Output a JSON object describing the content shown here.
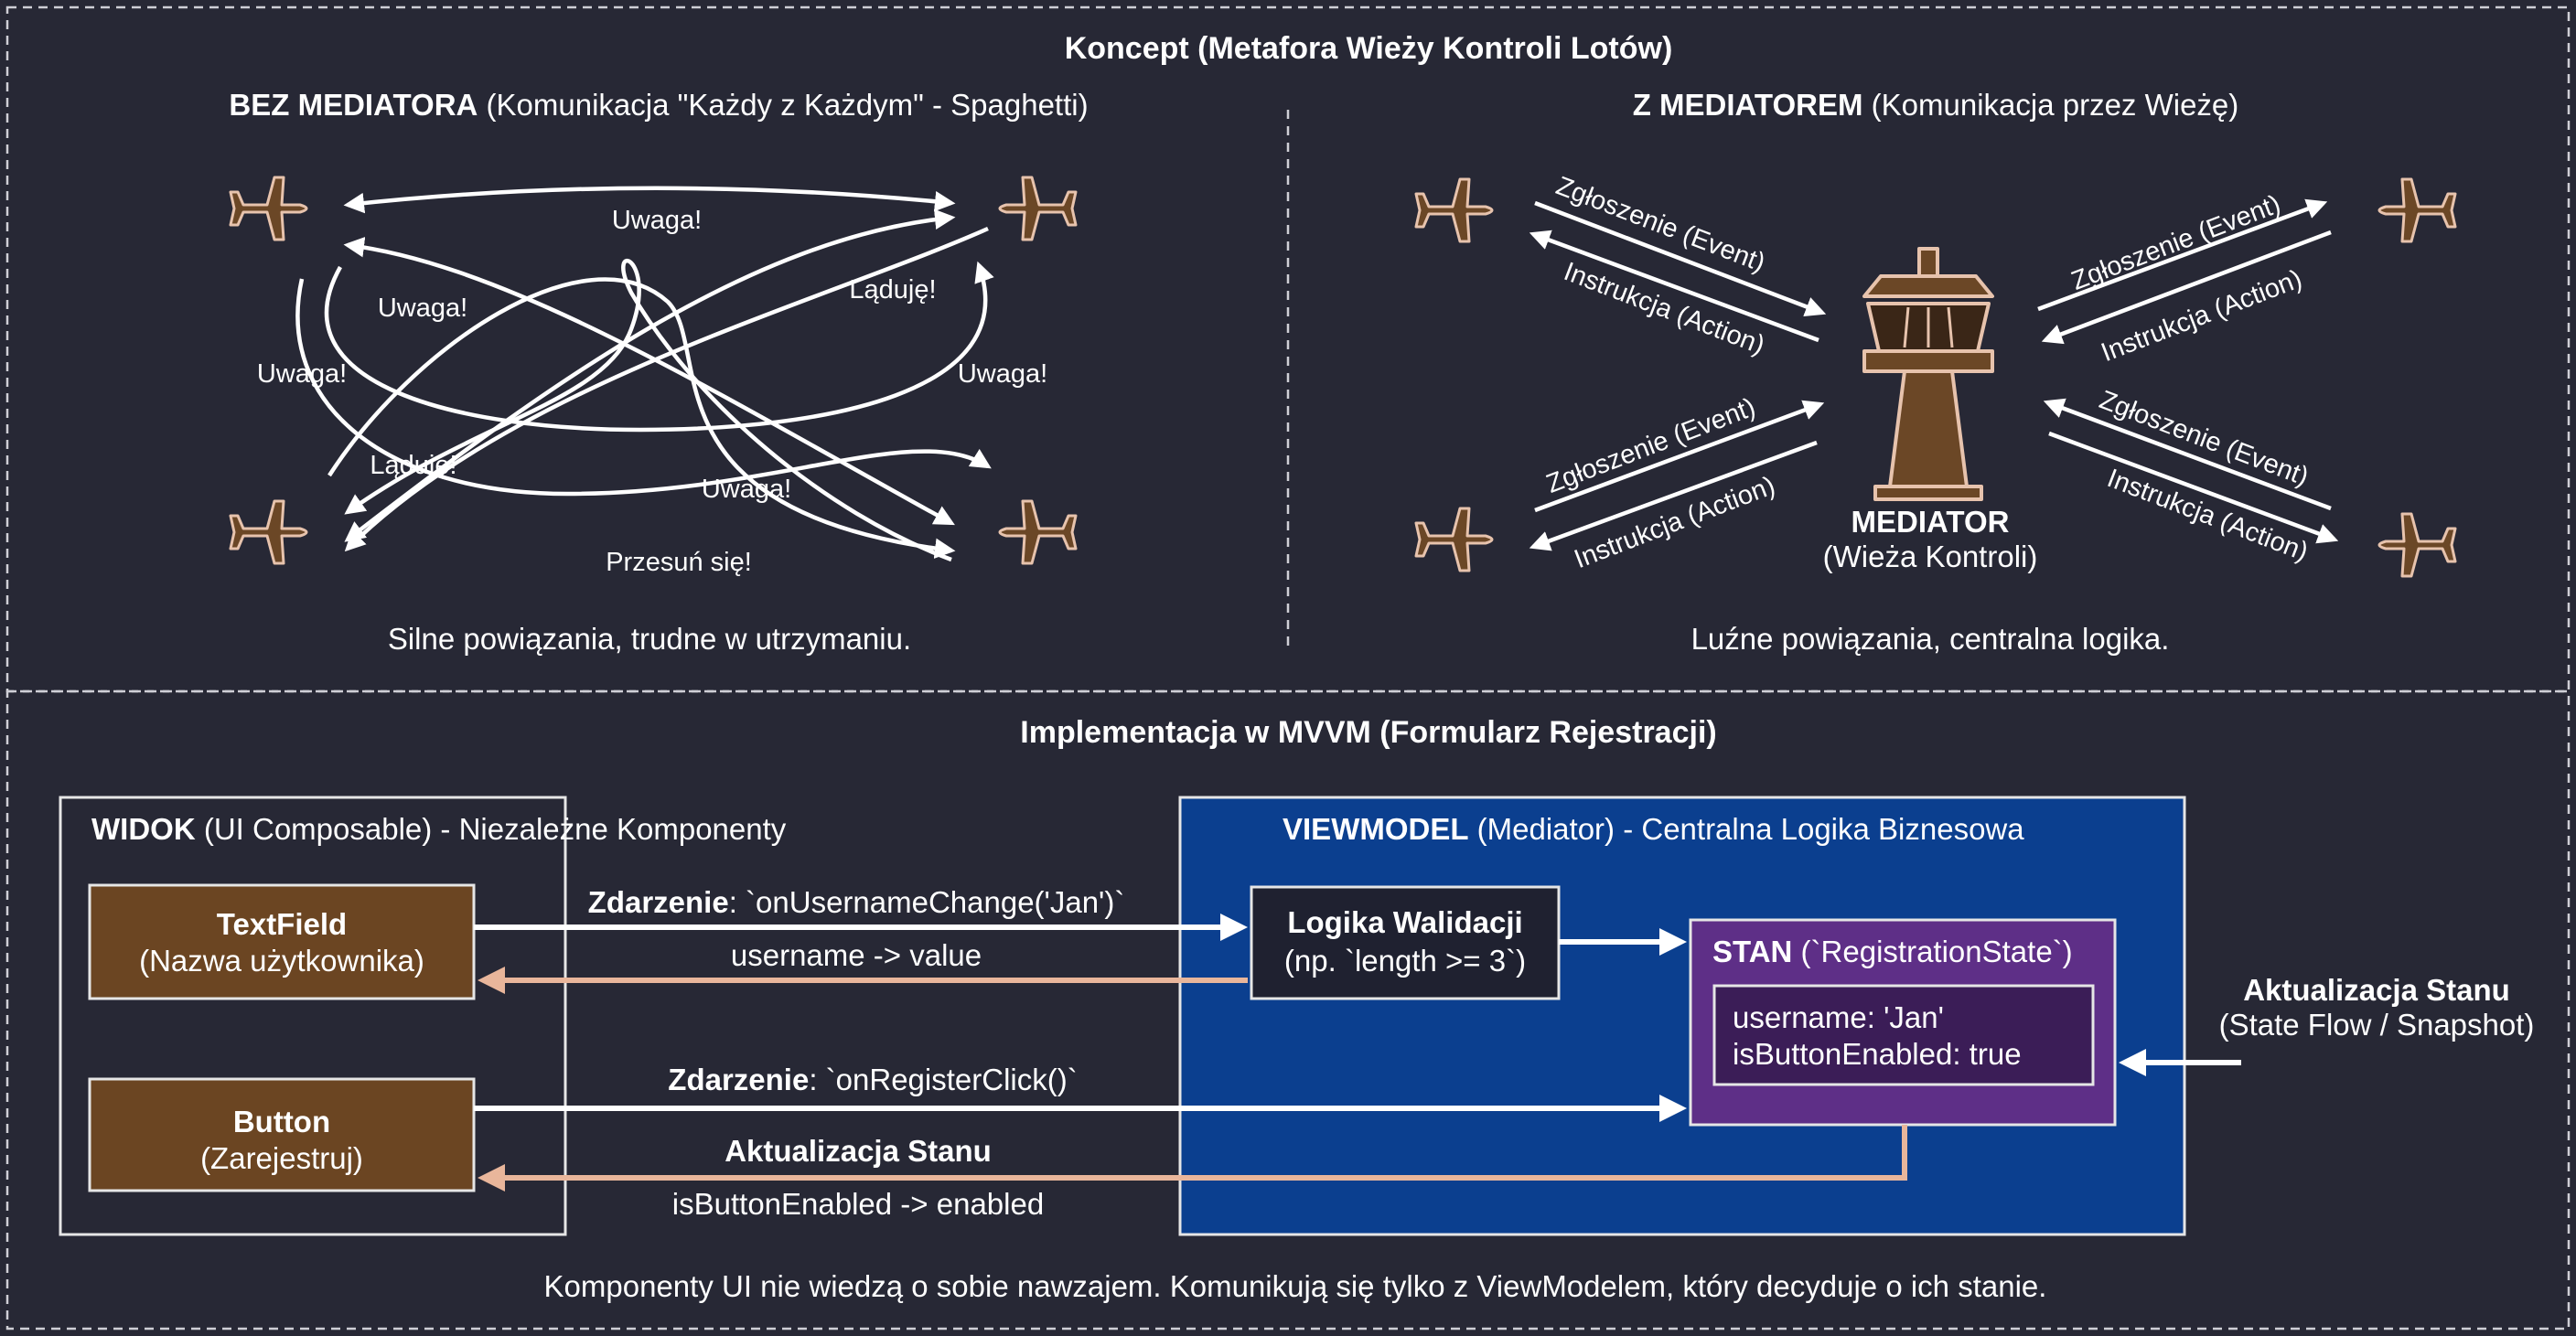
{
  "concept": {
    "title": "Koncept (Metafora Wieży Kontroli Lotów)",
    "left": {
      "heading_bold": "BEZ MEDIATORA",
      "heading_rest": " (Komunikacja \"Każdy z Każdym\" - Spaghetti)",
      "messages": [
        "Uwaga!",
        "Uwaga!",
        "Ląduję!",
        "Uwaga!",
        "Uwaga!",
        "Ląduję!",
        "Uwaga!",
        "Przesuń się!"
      ],
      "caption": "Silne powiązania, trudne w utrzymaniu."
    },
    "right": {
      "heading_bold": "Z MEDIATOREM",
      "heading_rest": " (Komunikacja przez Wieżę)",
      "event_label": "Zgłoszenie (Event)",
      "action_label": "Instrukcja (Action)",
      "mediator_title": "MEDIATOR",
      "mediator_subtitle": "(Wieża Kontroli)",
      "caption": "Luźne powiązania, centralna logika."
    }
  },
  "implementation": {
    "title": "Implementacja w MVVM (Formularz Rejestracji)",
    "view": {
      "heading_bold": "WIDOK",
      "heading_rest": " (UI Composable) - Niezależne Komponenty",
      "textfield_title": "TextField",
      "textfield_subtitle": "(Nazwa użytkownika)",
      "button_title": "Button",
      "button_subtitle": "(Zarejestruj)"
    },
    "viewmodel": {
      "heading_bold": "VIEWMODEL",
      "heading_rest": " (Mediator) - Centralna Logika Biznesowa",
      "logic_title": "Logika Walidacji",
      "logic_subtitle": "(np. `length >= 3`)",
      "state_heading_bold": "STAN",
      "state_heading_rest": " (`RegistrationState`)",
      "state_lines": [
        "username: 'Jan'",
        "isButtonEnabled: true"
      ]
    },
    "flows": {
      "event1_bold": "Zdarzenie",
      "event1_rest": ": `onUsernameChange('Jan')`",
      "binding1": "username -> value",
      "event2_bold": "Zdarzenie",
      "event2_rest": ": `onRegisterClick()`",
      "update_label": "Aktualizacja Stanu",
      "binding2": "isButtonEnabled -> enabled"
    },
    "external": {
      "title": "Aktualizacja Stanu",
      "subtitle": "(State Flow / Snapshot)"
    },
    "footer": "Komponenty UI nie wiedzą o sobie nawzajem. Komunikują się tylko z ViewModelem, który decyduje o ich stanie."
  },
  "colors": {
    "background": "#272835",
    "component_brown": "#6b4522",
    "viewmodel_blue": "#0b3f8f",
    "state_purple": "#5e2f87",
    "return_arrow": "#e9b69b",
    "plane_fill": "#6b4726",
    "plane_outline": "#e7c3ad"
  }
}
